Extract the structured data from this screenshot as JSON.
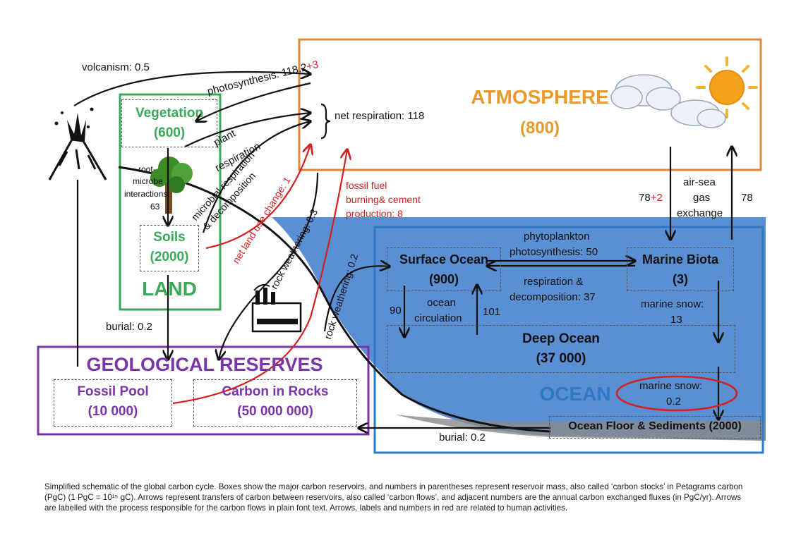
{
  "reservoirs": {
    "atmosphere": {
      "name": "ATMOSPHERE",
      "mass": "(800)"
    },
    "land": {
      "name": "LAND"
    },
    "vegetation": {
      "name": "Vegetation",
      "mass": "(600)"
    },
    "soils": {
      "name": "Soils",
      "mass": "(2000)"
    },
    "geological": {
      "name": "GEOLOGICAL RESERVES"
    },
    "fossil_pool": {
      "name": "Fossil Pool",
      "mass": "(10 000)"
    },
    "carbon_rocks": {
      "name": "Carbon in Rocks",
      "mass": "(50 000 000)"
    },
    "ocean": {
      "name": "OCEAN"
    },
    "surface_ocean": {
      "name": "Surface Ocean",
      "mass": "(900)"
    },
    "marine_biota": {
      "name": "Marine Biota",
      "mass": "(3)"
    },
    "deep_ocean": {
      "name": "Deep Ocean",
      "mass": "(37 000)"
    },
    "ocean_floor": {
      "name": "Ocean Floor & Sediments (2000)"
    }
  },
  "flows": {
    "volcanism": "volcanism: 0.5",
    "photosynthesis": "photosynthesis: 118.2",
    "photosynthesis_human": "+3",
    "net_respiration": "net respiration: 118",
    "plant_respiration_1": "plant",
    "plant_respiration_2": "respiration",
    "microbial_1": "microbial respiration",
    "microbial_2": "& decomposition",
    "root_microbe_1": "root-",
    "root_microbe_2": "microbe",
    "root_microbe_3": "interactions:",
    "root_microbe_4": "63",
    "land_use": "net land use change: 1",
    "rock_weathering_1": "rock weathering: 0.3",
    "rock_weathering_2": "rock weathering: 0.2",
    "fossil_fuel_1": "fossil fuel",
    "fossil_fuel_2": "burning& cement",
    "fossil_fuel_3": "production: 8",
    "airsea_1": "air-sea",
    "airsea_2": "gas",
    "airsea_3": "exchange",
    "airsea_down": "78",
    "airsea_down_human": "+2",
    "airsea_up": "78",
    "phyto_1": "phytoplankton",
    "phyto_2": "photosynthesis: 50",
    "resp_1": "respiration &",
    "resp_2": "decomposition: 37",
    "ocean_circ_1": "ocean",
    "ocean_circ_2": "circulation",
    "circ_down": "90",
    "circ_up": "101",
    "marine_snow_1_a": "marine snow:",
    "marine_snow_1_b": "13",
    "marine_snow_2_a": "marine snow:",
    "marine_snow_2_b": "0.2",
    "burial_land": "burial: 0.2",
    "burial_ocean": "burial: 0.2"
  },
  "caption": "Simplified schematic of the global carbon cycle.  Boxes show the major carbon reservoirs, and numbers in parentheses represent reservoir mass, also called ‘carbon stocks’ in Petagrams carbon (PgC) (1 PgC = 10¹⁵ gC).  Arrows represent transfers of carbon between reservoirs, also called ‘carbon flows’, and adjacent numbers are the annual carbon exchanged fluxes (in PgC/yr).  Arrows are labelled with the process responsible for the carbon flows in plain font text.  Arrows, labels and numbers in red are related to human activities.",
  "colors": {
    "atmosphere": "#e0883a",
    "land": "#3aa957",
    "geological": "#7a36a8",
    "ocean_fill": "#5b8fd4",
    "ocean_border": "#2f78c4",
    "human": "#d42020"
  }
}
